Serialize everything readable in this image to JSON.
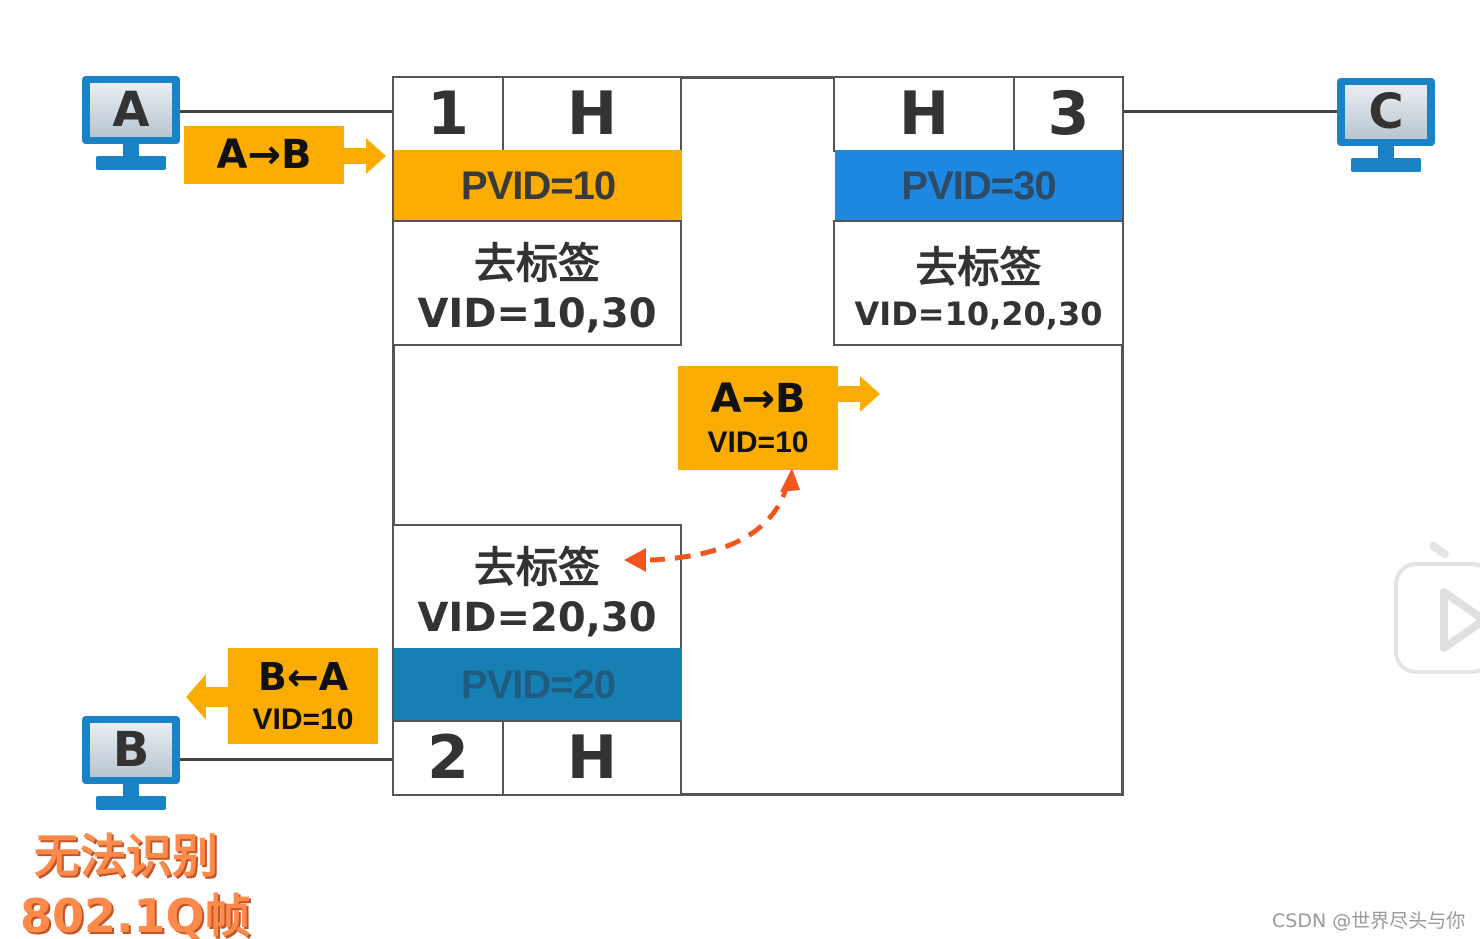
{
  "hosts": {
    "a": {
      "label": "A"
    },
    "b": {
      "label": "B"
    },
    "c": {
      "label": "C"
    }
  },
  "ports": {
    "p1": {
      "number": "1",
      "type": "H",
      "pvid": "PVID=10",
      "rule_action": "去标签",
      "rule_vids": "VID=10,30"
    },
    "p3": {
      "number": "3",
      "type": "H",
      "pvid": "PVID=30",
      "rule_action": "去标签",
      "rule_vids": "VID=10,20,30"
    },
    "p2": {
      "number": "2",
      "type": "H",
      "pvid": "PVID=20",
      "rule_action": "去标签",
      "rule_vids": "VID=20,30"
    }
  },
  "frames": {
    "incoming": {
      "label": "A→B"
    },
    "internal": {
      "label": "A→B",
      "vid": "VID=10"
    },
    "outgoing": {
      "label": "B←A",
      "vid": "VID=10"
    }
  },
  "note": {
    "line1": "无法识别",
    "line2": "802.1Q帧"
  },
  "watermark": "CSDN @世界尽头与你",
  "colors": {
    "orange": "#fbac00",
    "blue": "#1e88e0",
    "teal": "#167fb3",
    "arrow_red": "#f0561e",
    "pc_blue": "#1a83c7"
  }
}
